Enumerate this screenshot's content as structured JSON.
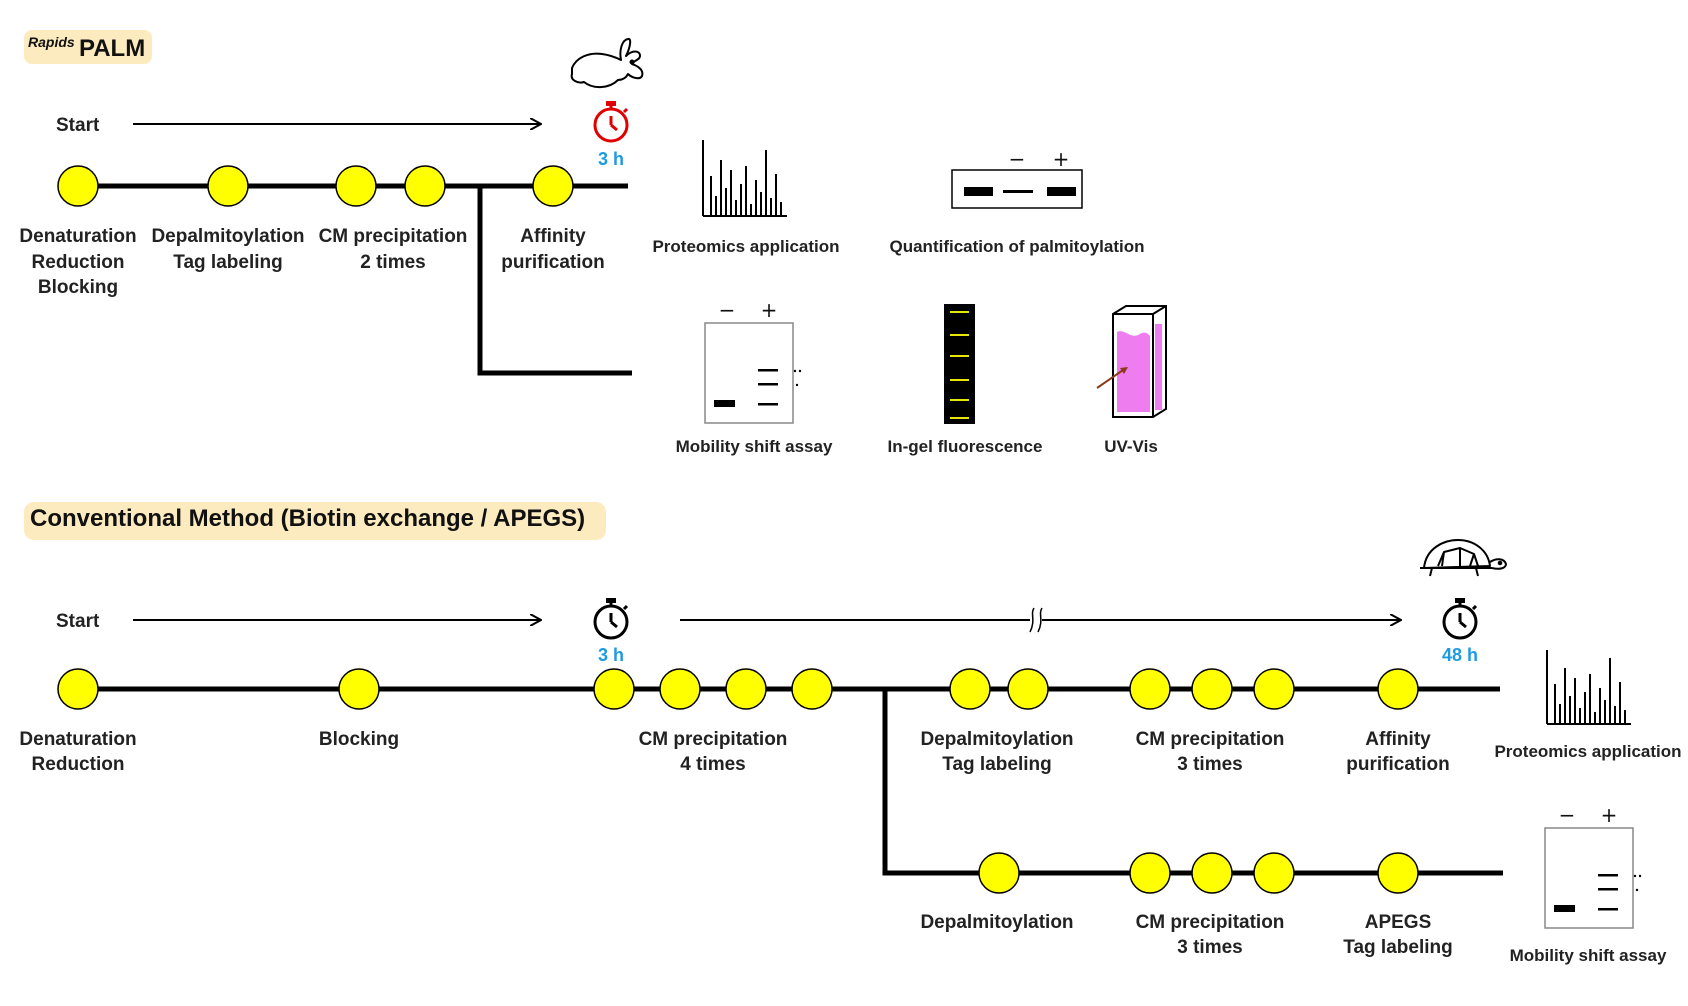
{
  "rapid": {
    "title_sup": "Rapids",
    "title_main": "PALM",
    "start_label": "Start",
    "time_label": "3 h",
    "steps": [
      {
        "lines": [
          "Denaturation",
          "Reduction",
          "Blocking"
        ]
      },
      {
        "lines": [
          "Depalmitoylation",
          "Tag labeling"
        ]
      },
      {
        "lines": [
          "CM precipitation",
          "2 times"
        ]
      },
      {
        "lines": [
          "Affinity",
          "purification"
        ]
      }
    ],
    "applications": {
      "proteomics": "Proteomics application",
      "quantification": "Quantification of palmitoylation",
      "mobility": "Mobility shift assay",
      "fluorescence": "In-gel fluorescence",
      "uvvis": "UV-Vis"
    },
    "minus_sign": "−",
    "plus_sign": "+"
  },
  "conventional": {
    "title": "Conventional Method (Biotin exchange / APEGS)",
    "start_label": "Start",
    "time_label_1": "3 h",
    "time_label_2": "48 h",
    "steps_main": [
      {
        "lines": [
          "Denaturation",
          "Reduction"
        ]
      },
      {
        "lines": [
          "Blocking"
        ]
      },
      {
        "lines": [
          "CM precipitation",
          "4 times"
        ]
      }
    ],
    "branch_top": [
      {
        "lines": [
          "Depalmitoylation",
          "Tag labeling"
        ]
      },
      {
        "lines": [
          "CM precipitation",
          "3 times"
        ]
      },
      {
        "lines": [
          "Affinity",
          "purification"
        ]
      }
    ],
    "branch_bottom": [
      {
        "lines": [
          "Depalmitoylation"
        ]
      },
      {
        "lines": [
          "CM precipitation",
          "3 times"
        ]
      },
      {
        "lines": [
          "APEGS",
          "Tag labeling"
        ]
      }
    ],
    "applications": {
      "proteomics": "Proteomics application",
      "mobility": "Mobility shift assay"
    }
  },
  "colors": {
    "node": "#ffff00",
    "highlight": "#fdebc0",
    "time": "#1e9be0",
    "fast_timer": "#e00000",
    "dye": "#ee7df0"
  },
  "icons": [
    "rabbit-icon",
    "turtle-icon",
    "stopwatch-icon",
    "mass-spectrum-icon",
    "gel-icon",
    "cuvette-icon"
  ]
}
